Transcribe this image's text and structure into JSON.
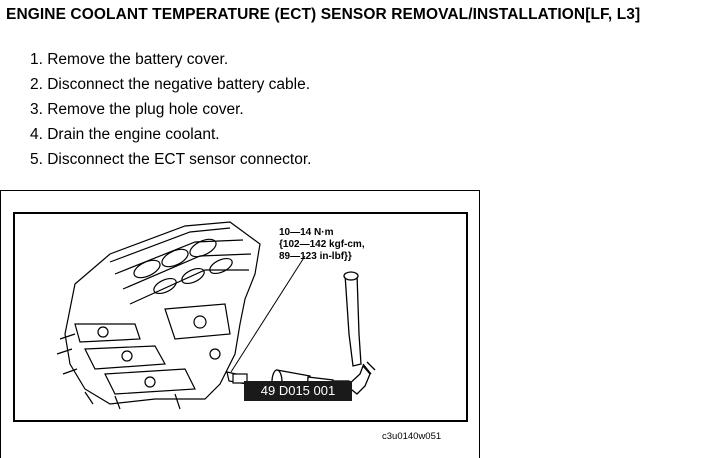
{
  "document": {
    "title": "ENGINE COOLANT TEMPERATURE (ECT) SENSOR REMOVAL/INSTALLATION[LF, L3]",
    "steps": [
      "1. Remove the battery cover.",
      "2. Disconnect the negative battery cable.",
      "3. Remove the plug hole cover.",
      "4. Drain the engine coolant.",
      "5. Disconnect the ECT sensor connector."
    ]
  },
  "figure": {
    "torque_lines": [
      "10—14 N·m",
      "{102—142 kgf-cm,",
      "89—123 in-lbf}}"
    ],
    "tool_label": "49 D015 001",
    "figure_code": "c3u0140w051"
  }
}
